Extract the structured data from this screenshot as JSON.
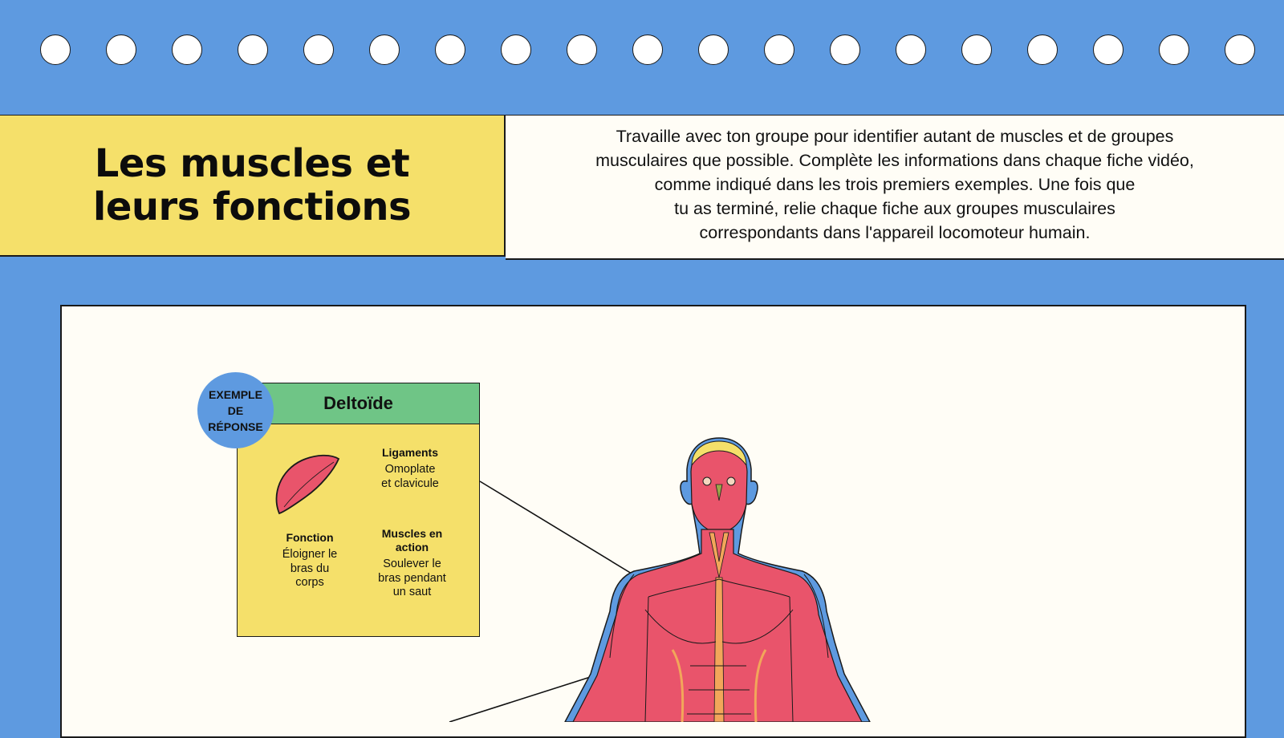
{
  "header": {
    "title": "Les muscles et\nleurs fonctions",
    "instructions": "Travaille avec ton groupe pour identifier autant de muscles et de groupes\nmusculaires que possible. Complète les informations dans chaque fiche vidéo,\ncomme indiqué dans les trois premiers exemples. Une fois que\ntu as terminé, relie chaque fiche aux groupes musculaires\ncorrespondants dans l'appareil locomoteur humain."
  },
  "example_card": {
    "badge": "EXEMPLE\nDE\nRÉPONSE",
    "muscle_name": "Deltoïde",
    "ligaments_label": "Ligaments",
    "ligaments_value": "Omoplate\net clavicule",
    "function_label": "Fonction",
    "function_value": "Éloigner le\nbras du\ncorps",
    "action_label": "Muscles en\naction",
    "action_value": "Soulever le\nbras pendant\nun saut"
  },
  "colors": {
    "background_blue": "#5E9AE0",
    "title_yellow": "#F5E06A",
    "card_header_green": "#6FC586",
    "muscle_red": "#E9546B",
    "tendon_orange": "#F2A65A",
    "paper": "#FFFDF6"
  },
  "icons": [
    "binder-hole-icon",
    "deltoid-muscle-icon",
    "human-muscular-system-illustration"
  ]
}
